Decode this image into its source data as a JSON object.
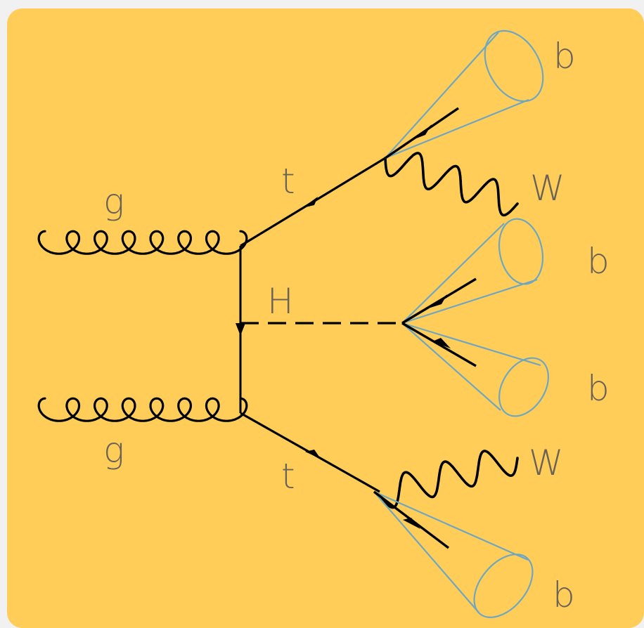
{
  "diagram": {
    "labels": {
      "gluon_top": "g",
      "gluon_bottom": "g",
      "top_upper": "t",
      "top_lower": "t",
      "higgs": "H",
      "w_upper": "W",
      "w_lower": "W",
      "b_upper": "b",
      "b_higgs_1": "b",
      "b_higgs_2": "b",
      "b_lower": "b"
    },
    "colors": {
      "background": "#ffcd58",
      "page": "#f1f1f1",
      "line": "#000000",
      "jet_cone": "#6fa7c0",
      "label": "#6b6257"
    }
  }
}
